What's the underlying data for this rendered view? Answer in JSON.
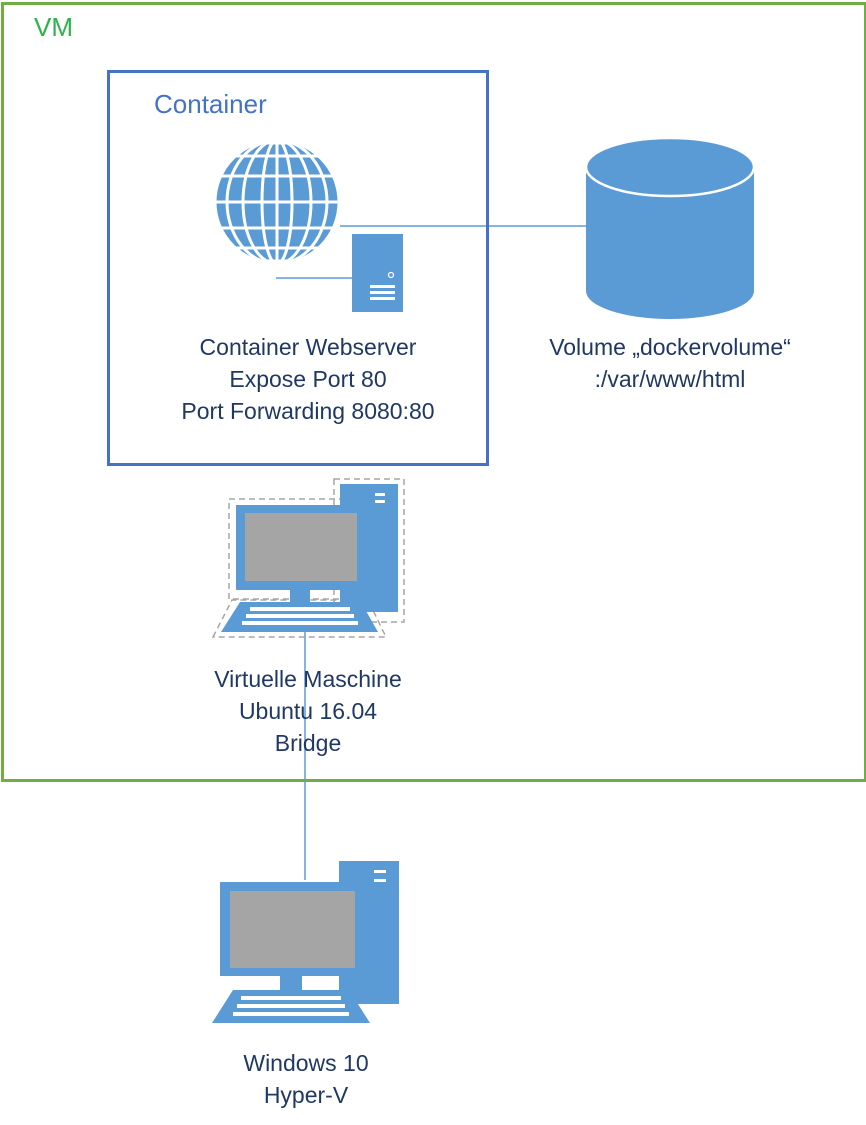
{
  "vm": {
    "label": "VM"
  },
  "container": {
    "label": "Container",
    "caption": [
      "Container Webserver",
      "Expose Port 80",
      "Port Forwarding 8080:80"
    ]
  },
  "volume": {
    "caption": [
      "Volume „dockervolume“",
      ":/var/www/html"
    ]
  },
  "virtual_machine": {
    "caption": [
      "Virtuelle Maschine",
      "Ubuntu 16.04",
      "Bridge"
    ]
  },
  "host": {
    "caption": [
      "Windows 10",
      "Hyper-V"
    ]
  },
  "colors": {
    "vm_border": "#70ad47",
    "container_border": "#4472c4",
    "icon_fill": "#5b9bd5",
    "text": "#1f3864"
  },
  "icons": [
    "globe-icon",
    "server-icon",
    "database-cylinder-icon",
    "desktop-computer-icon"
  ]
}
